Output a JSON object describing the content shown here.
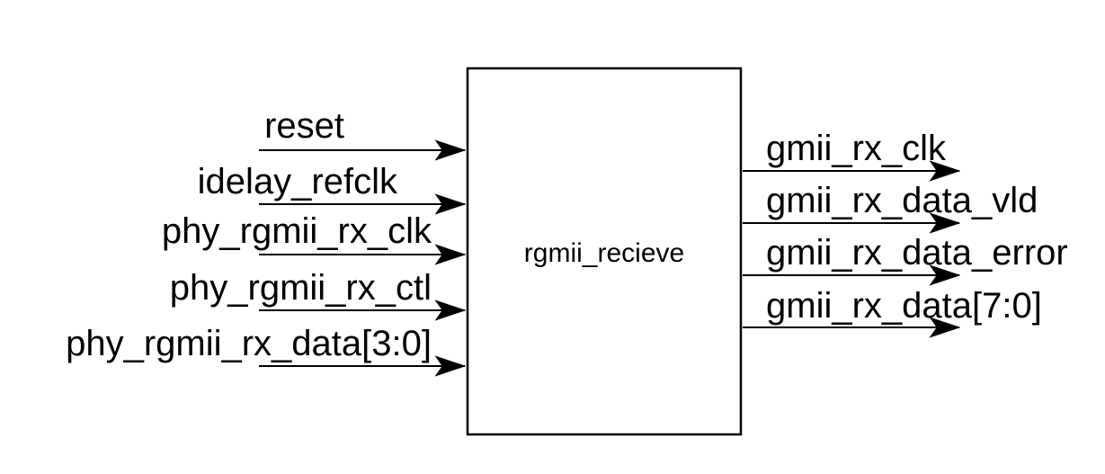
{
  "diagram": {
    "module": {
      "label": "rgmii_recieve"
    },
    "inputs": [
      "reset",
      "idelay_refclk",
      "phy_rgmii_rx_clk",
      "phy_rgmii_rx_ctl",
      "phy_rgmii_rx_data[3:0]"
    ],
    "outputs": [
      "gmii_rx_clk",
      "gmii_rx_data_vld",
      "gmii_rx_data_error",
      "gmii_rx_data[7:0]"
    ],
    "colors": {
      "stroke": "#000000",
      "text": "#000000",
      "block_fill": "#ffffff",
      "background": "#ffffff"
    }
  }
}
